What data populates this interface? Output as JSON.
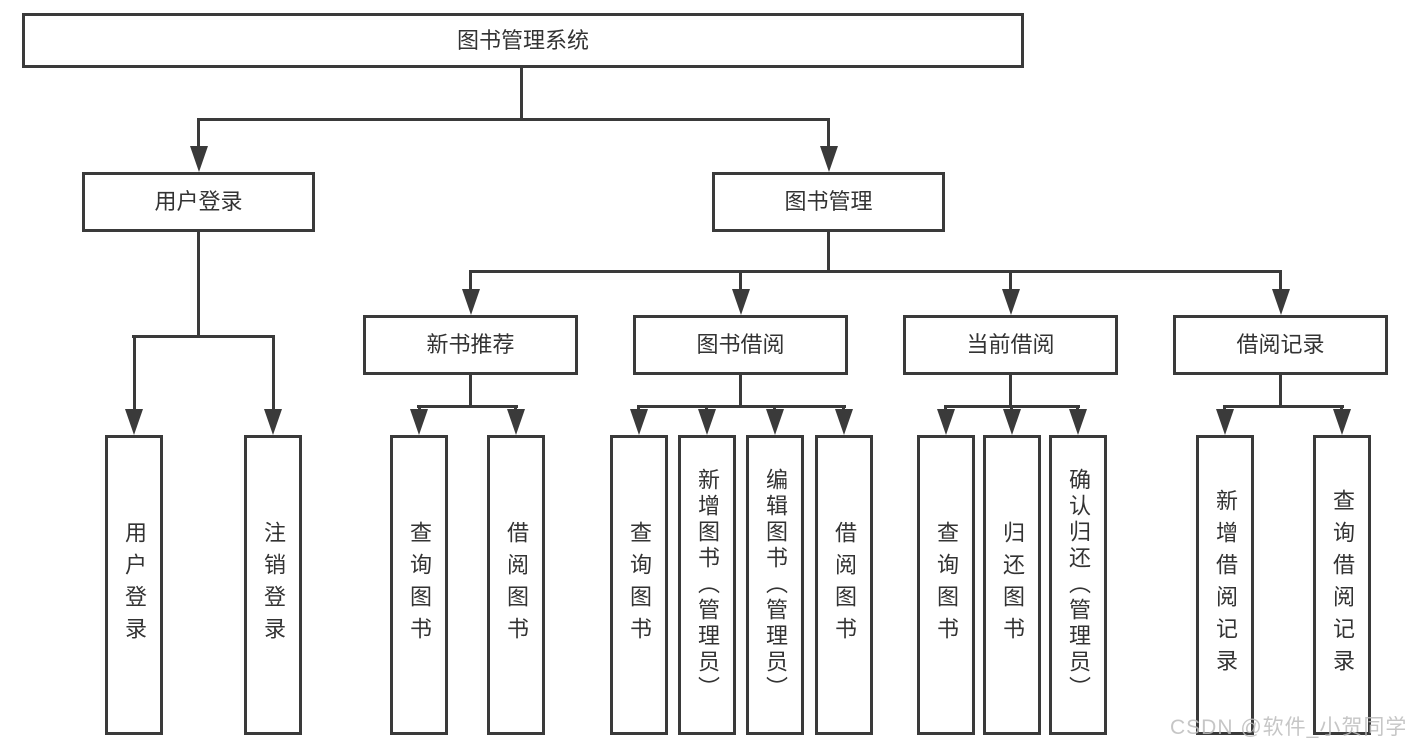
{
  "diagram": {
    "root": "图书管理系统",
    "l2": [
      "用户登录",
      "图书管理"
    ],
    "l3": [
      "新书推荐",
      "图书借阅",
      "当前借阅",
      "借阅记录"
    ],
    "leaves": {
      "login": [
        "用户登录",
        "注销登录"
      ],
      "recommend": [
        "查询图书",
        "借阅图书"
      ],
      "borrow": [
        "查询图书",
        "新增图书（管理员）",
        "编辑图书（管理员）",
        "借阅图书"
      ],
      "current": [
        "查询图书",
        "归还图书",
        "确认归还（管理员）"
      ],
      "records": [
        "新增借阅记录",
        "查询借阅记录"
      ]
    }
  },
  "watermark": "CSDN @软件_小贺同学",
  "colors": {
    "line": "#3a3a3a",
    "text": "#333333",
    "watermark": "#bdbdbd",
    "background": "#ffffff"
  }
}
